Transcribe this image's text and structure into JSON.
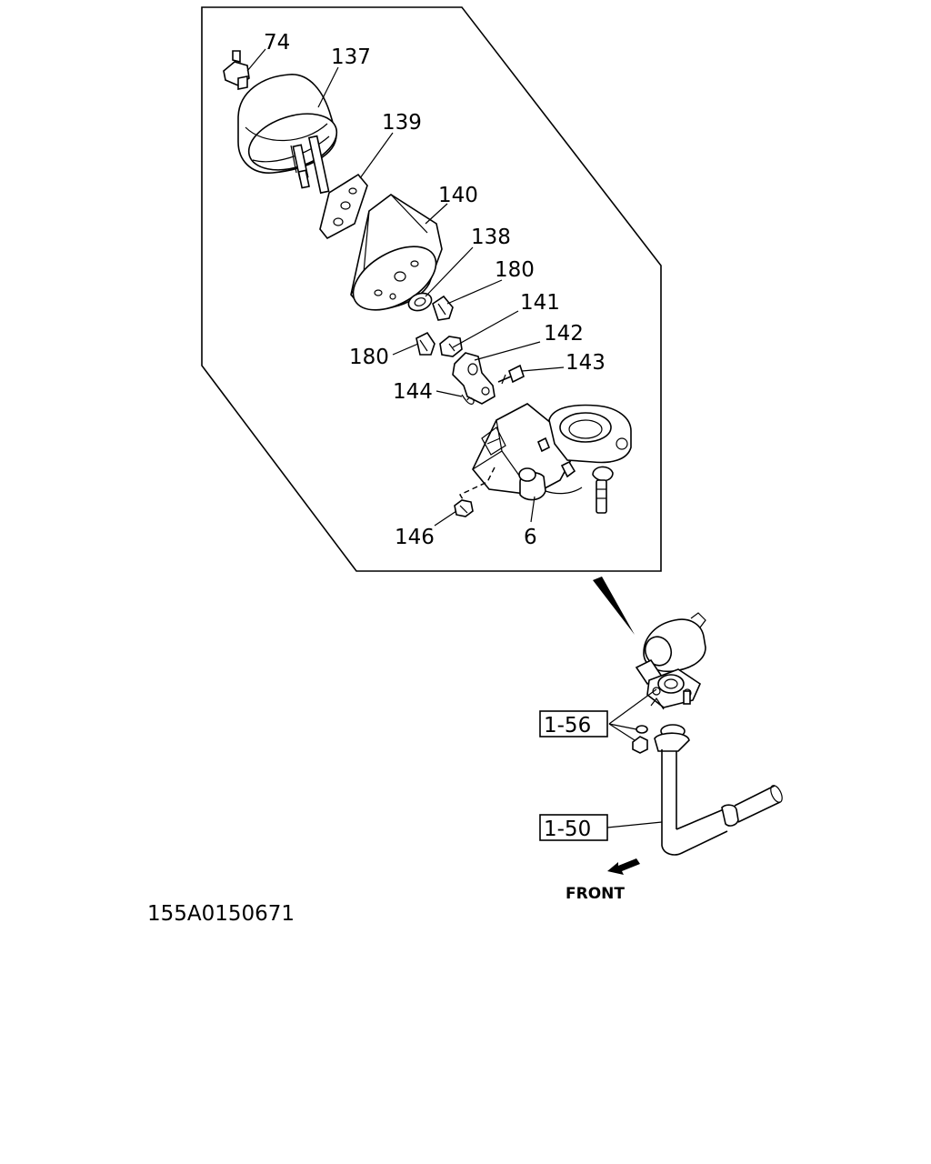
{
  "diagram": {
    "drawing_code": "155A0150671",
    "direction_label": "FRONT",
    "callouts": {
      "p74": "74",
      "p137": "137",
      "p139": "139",
      "p140": "140",
      "p138": "138",
      "p180a": "180",
      "p141": "141",
      "p142": "142",
      "p180b": "180",
      "p143": "143",
      "p144": "144",
      "p146": "146",
      "p6": "6"
    },
    "references": {
      "r156": "1-56",
      "r150": "1-50"
    }
  }
}
